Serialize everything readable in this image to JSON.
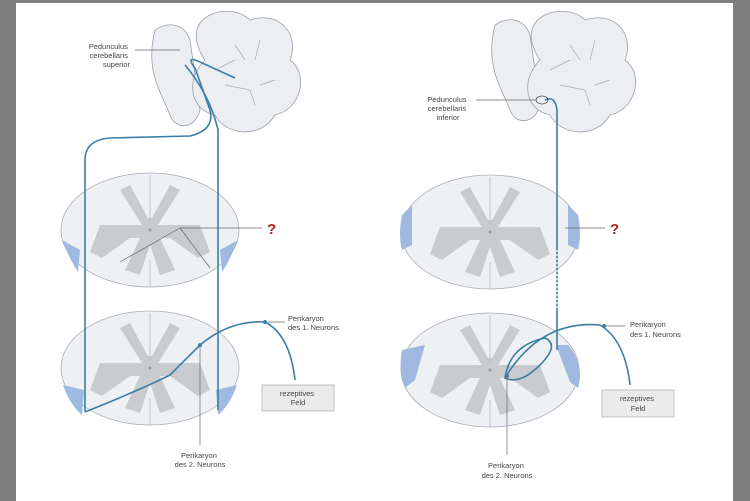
{
  "left_diagram": {
    "label_peduncle": [
      "Pedunculus",
      "cerebellaris",
      "superior"
    ],
    "question_mark": "?",
    "label_neuron1": [
      "Perikaryon",
      "des 1. Neurons"
    ],
    "label_receptive": [
      "rezeptives",
      "Feld"
    ],
    "label_neuron2": [
      "Perikaryon",
      "des 2. Neurons"
    ]
  },
  "right_diagram": {
    "label_peduncle": [
      "Pedunculus",
      "cerebellaris",
      "inferior"
    ],
    "question_mark": "?",
    "label_neuron1": [
      "Perikaryon",
      "des 1. Neurons"
    ],
    "label_receptive": [
      "rezeptives",
      "Feld"
    ],
    "label_neuron2": [
      "Perikaryon",
      "des 2. Neurons"
    ]
  },
  "colors": {
    "pathway": "#3b7fa6",
    "tract": "#9fb9e0",
    "question": "#b01e1e"
  }
}
